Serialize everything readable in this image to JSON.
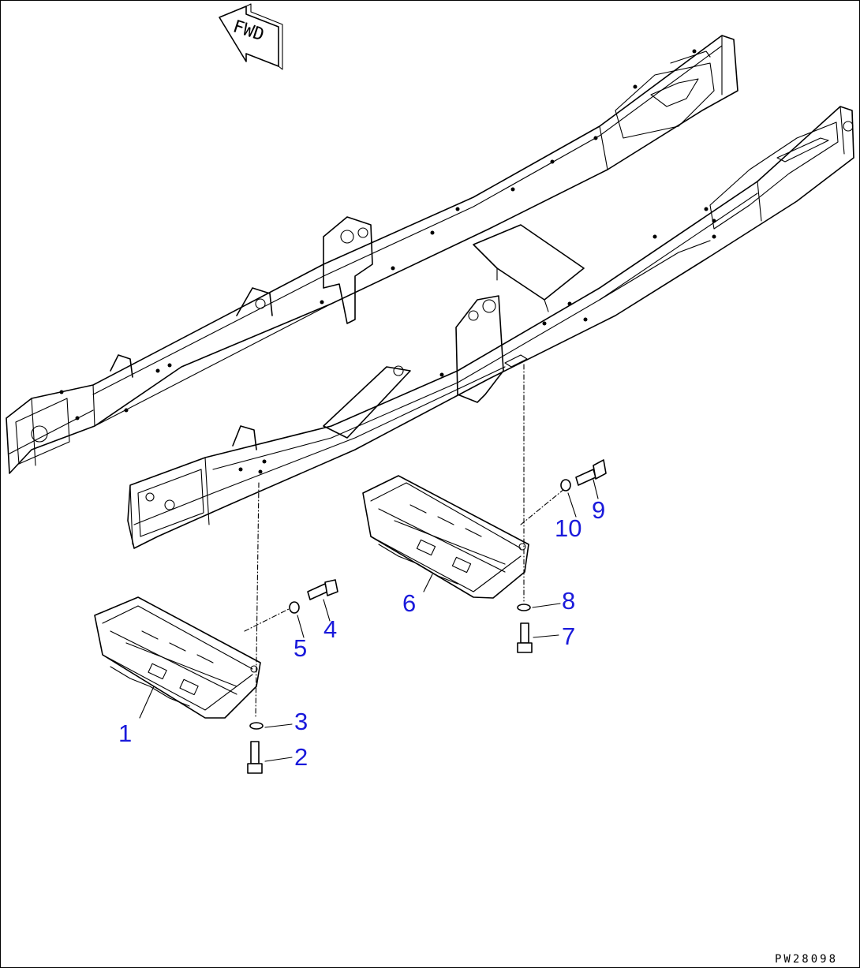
{
  "direction_marker": {
    "text": "FWD"
  },
  "drawing_code": "PW28098",
  "callouts": [
    {
      "id": "1",
      "label": "1"
    },
    {
      "id": "2",
      "label": "2"
    },
    {
      "id": "3",
      "label": "3"
    },
    {
      "id": "4",
      "label": "4"
    },
    {
      "id": "5",
      "label": "5"
    },
    {
      "id": "6",
      "label": "6"
    },
    {
      "id": "7",
      "label": "7"
    },
    {
      "id": "8",
      "label": "8"
    },
    {
      "id": "9",
      "label": "9"
    },
    {
      "id": "10",
      "label": "10"
    }
  ],
  "colors": {
    "line": "#000000",
    "callout": "#1a1adb",
    "background": "#ffffff"
  }
}
